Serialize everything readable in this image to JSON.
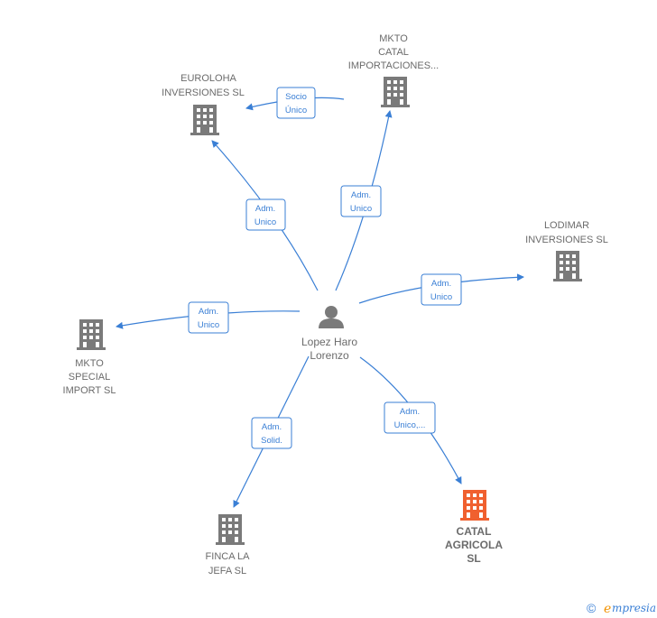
{
  "center": {
    "label_lines": [
      "Lopez Haro",
      "Lorenzo"
    ]
  },
  "companies": {
    "euroloha": {
      "label_lines": [
        "EUROLOHA",
        "INVERSIONES SL"
      ]
    },
    "mkto_catal": {
      "label_lines": [
        "MKTO",
        "CATAL",
        "IMPORTACIONES..."
      ]
    },
    "lodimar": {
      "label_lines": [
        "LODIMAR",
        "INVERSIONES SL"
      ]
    },
    "mkto_special": {
      "label_lines": [
        "MKTO",
        "SPECIAL",
        "IMPORT SL"
      ]
    },
    "finca": {
      "label_lines": [
        "FINCA LA",
        "JEFA  SL"
      ]
    },
    "catal_agricola": {
      "label_lines": [
        "CATAL",
        "AGRICOLA",
        "SL"
      ]
    }
  },
  "relations": {
    "socio": [
      "Socio",
      "Único"
    ],
    "adm_euroloha": [
      "Adm.",
      "Unico"
    ],
    "adm_mkto_catal": [
      "Adm.",
      "Unico"
    ],
    "adm_lodimar": [
      "Adm.",
      "Unico"
    ],
    "adm_mkto_special": [
      "Adm.",
      "Unico"
    ],
    "adm_finca": [
      "Adm.",
      "Solid."
    ],
    "adm_catal": [
      "Adm.",
      "Unico,..."
    ]
  },
  "colors": {
    "edge": "#3a7fd5",
    "building": "#7a7a7a",
    "building_highlight": "#f0602f",
    "person": "#7a7a7a"
  },
  "branding": {
    "symbol": "©",
    "initial": "e",
    "rest": "mpresia"
  }
}
